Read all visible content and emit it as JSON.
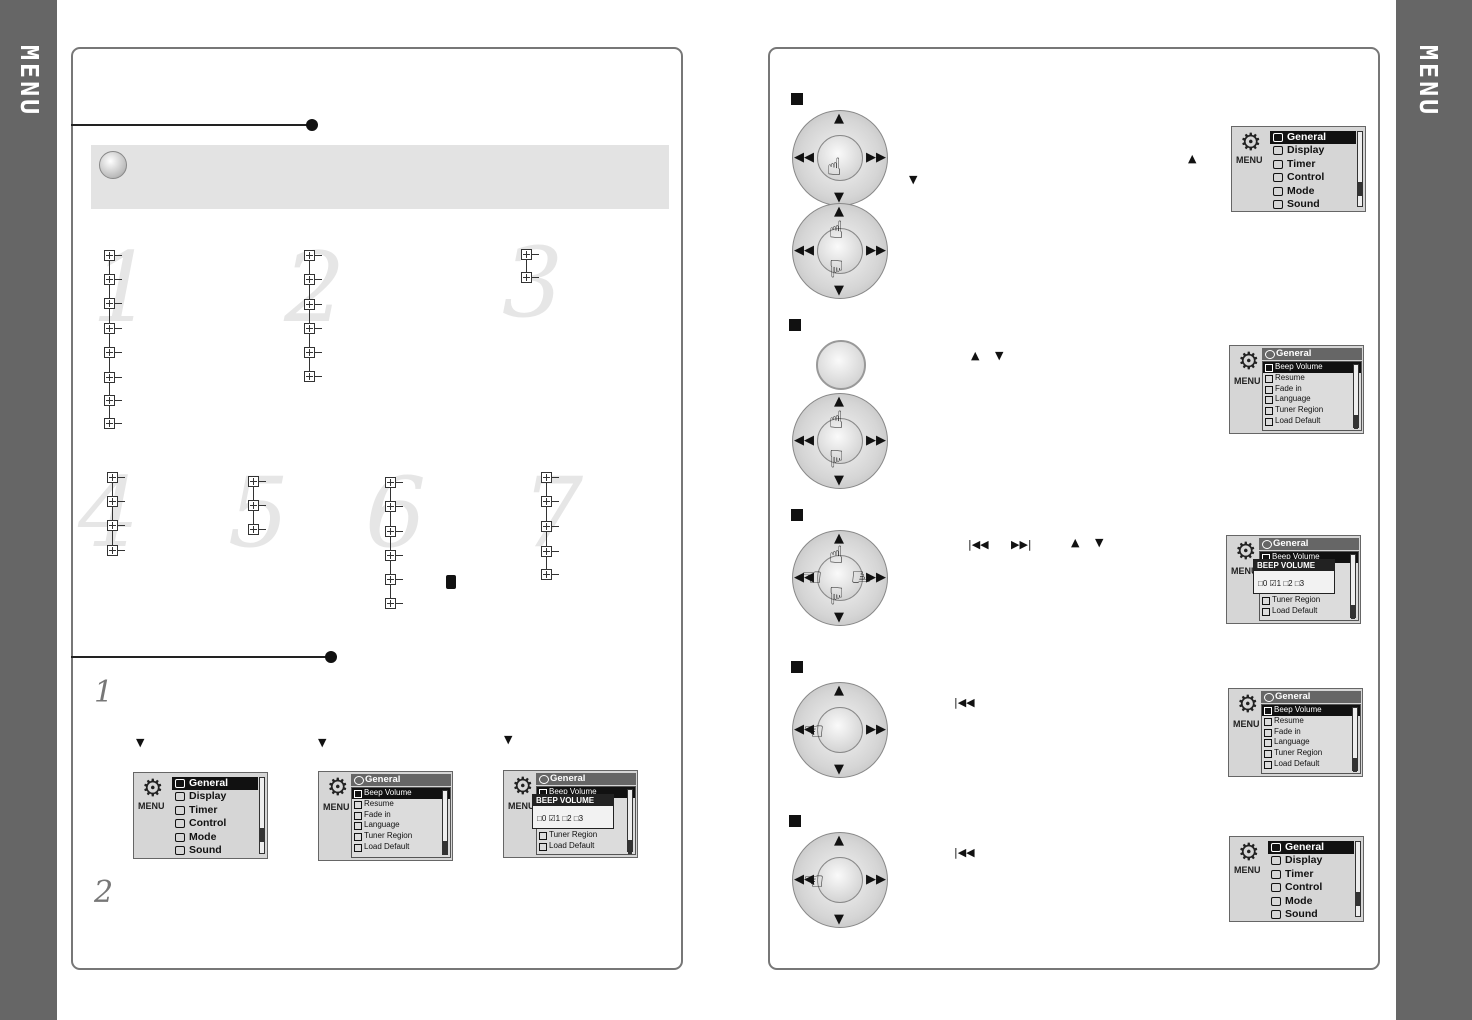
{
  "sidebar": {
    "label": "MENU"
  },
  "tree_numbers": [
    "1",
    "2",
    "3",
    "4",
    "5",
    "6",
    "7"
  ],
  "steps": [
    "1",
    "2"
  ],
  "glyphs": {
    "up": "▲",
    "down": "▼",
    "prev": "|◀◀",
    "next": "▶▶|",
    "left": "◀◀",
    "right": "▶▶",
    "hand": "☝",
    "gear": "⚙"
  },
  "lcd_main": {
    "label": "MENU",
    "items": [
      "General",
      "Display",
      "Timer",
      "Control",
      "Mode",
      "Sound"
    ]
  },
  "lcd_general": {
    "title": "General",
    "label": "MENU",
    "items": [
      "Beep Volume",
      "Resume",
      "Fade in",
      "Language",
      "Tuner Region",
      "Load Default"
    ]
  },
  "lcd_popup": {
    "title": "BEEP VOLUME",
    "options": "□0  ☑1  □2  □3"
  },
  "colors": {
    "sidebar": "#666666",
    "panel_border": "#777777",
    "note_bg": "#e3e3e3",
    "lcd_bg": "#d6d6d6"
  }
}
